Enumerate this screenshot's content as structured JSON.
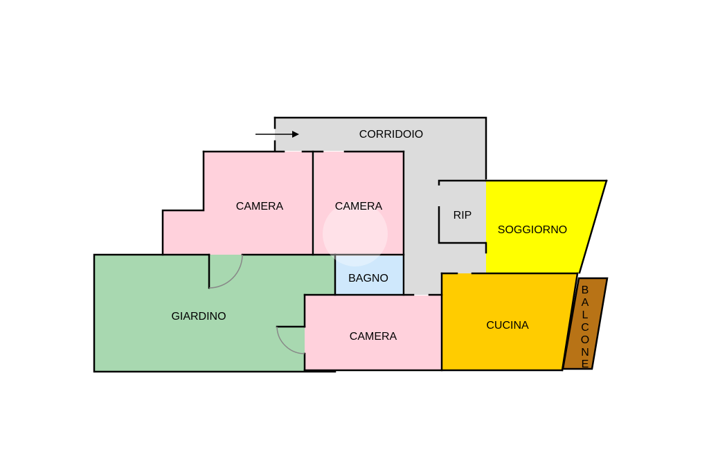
{
  "rooms": {
    "corridoio": {
      "label": "CORRIDOIO",
      "color": "#dcdcdc"
    },
    "camera_top_left": {
      "label": "CAMERA",
      "color": "#ffd1dc"
    },
    "camera_top_right": {
      "label": "CAMERA",
      "color": "#ffd1dc"
    },
    "rip": {
      "label": "RIP",
      "color": "#dcdcdc"
    },
    "soggiorno": {
      "label": "SOGGIORNO",
      "color": "#ffff00"
    },
    "bagno": {
      "label": "BAGNO",
      "color": "#cfe8fc"
    },
    "giardino": {
      "label": "GIARDINO",
      "color": "#a8d8b0"
    },
    "camera_bottom": {
      "label": "CAMERA",
      "color": "#ffd1dc"
    },
    "cucina": {
      "label": "CUCINA",
      "color": "#ffcc00"
    },
    "balcone": {
      "label": "BALCONE",
      "letters": [
        "B",
        "A",
        "L",
        "C",
        "O",
        "N",
        "E"
      ],
      "color": "#b87316"
    }
  },
  "wall_color": "#000000",
  "entrance_icon": "arrow-right-icon"
}
